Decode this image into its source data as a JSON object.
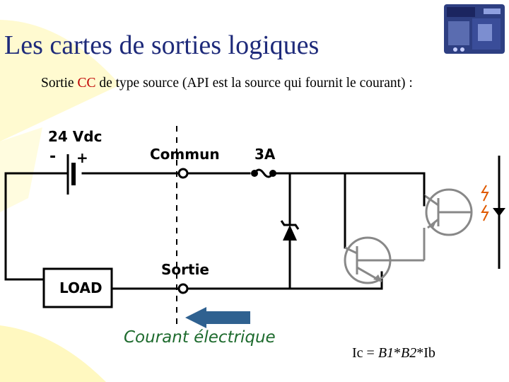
{
  "slide": {
    "title": "Les cartes de sorties logiques",
    "subtitle_prefix": "Sortie ",
    "subtitle_highlight": "CC",
    "subtitle_suffix": " de type source (API est la source qui fournit le courant) :"
  },
  "diagram": {
    "supply_label": "24 Vdc",
    "common_label": "Commun",
    "fuse_label": "3A",
    "output_label": "Sortie",
    "load_label": "LOAD",
    "plus_sign": "+",
    "minus_sign": "-",
    "current_label": "Courant électrique"
  },
  "formula": {
    "left": "Ic = ",
    "b1": "B1",
    "times1": "*",
    "b2": "B2",
    "right": "*Ib"
  },
  "colors": {
    "title": "#1e2a7a",
    "highlight": "#c00000",
    "arrow": "#2f6190",
    "current_text": "#1e6b2e",
    "background_accent": "#fff9c8"
  }
}
